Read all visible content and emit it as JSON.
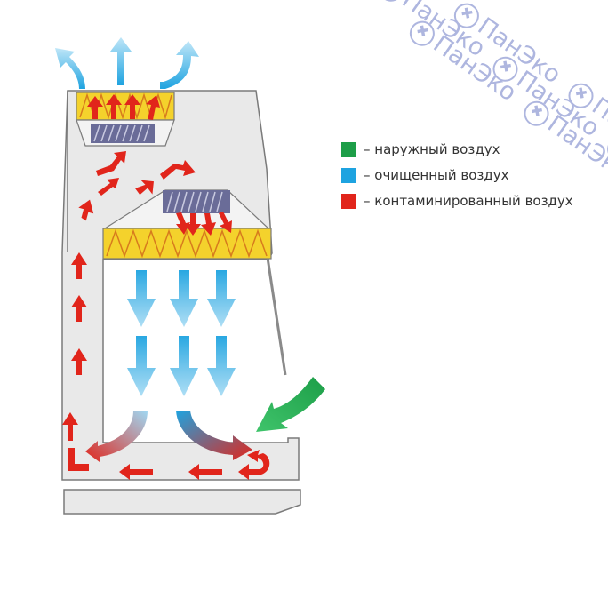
{
  "legend": [
    {
      "color": "#1d9e48",
      "label": "– наружный воздух"
    },
    {
      "color": "#1ea3e0",
      "label": "– очищенный воздух"
    },
    {
      "color": "#e1251b",
      "label": "– контаминированный воздух"
    }
  ],
  "watermark": {
    "text": "ПанЭко",
    "logo_icon": "ornament-circle-icon"
  },
  "colors": {
    "cabinet_fill": "#e9e9e9",
    "cabinet_stroke": "#7a7a7a",
    "filter_fill": "#f4d22c",
    "filter_zigzag": "#d77b1d",
    "fan_fill": "#6a6c98",
    "contaminated": "#e1251b",
    "clean": "#1ea3e0",
    "outside": "#1d9e48"
  }
}
